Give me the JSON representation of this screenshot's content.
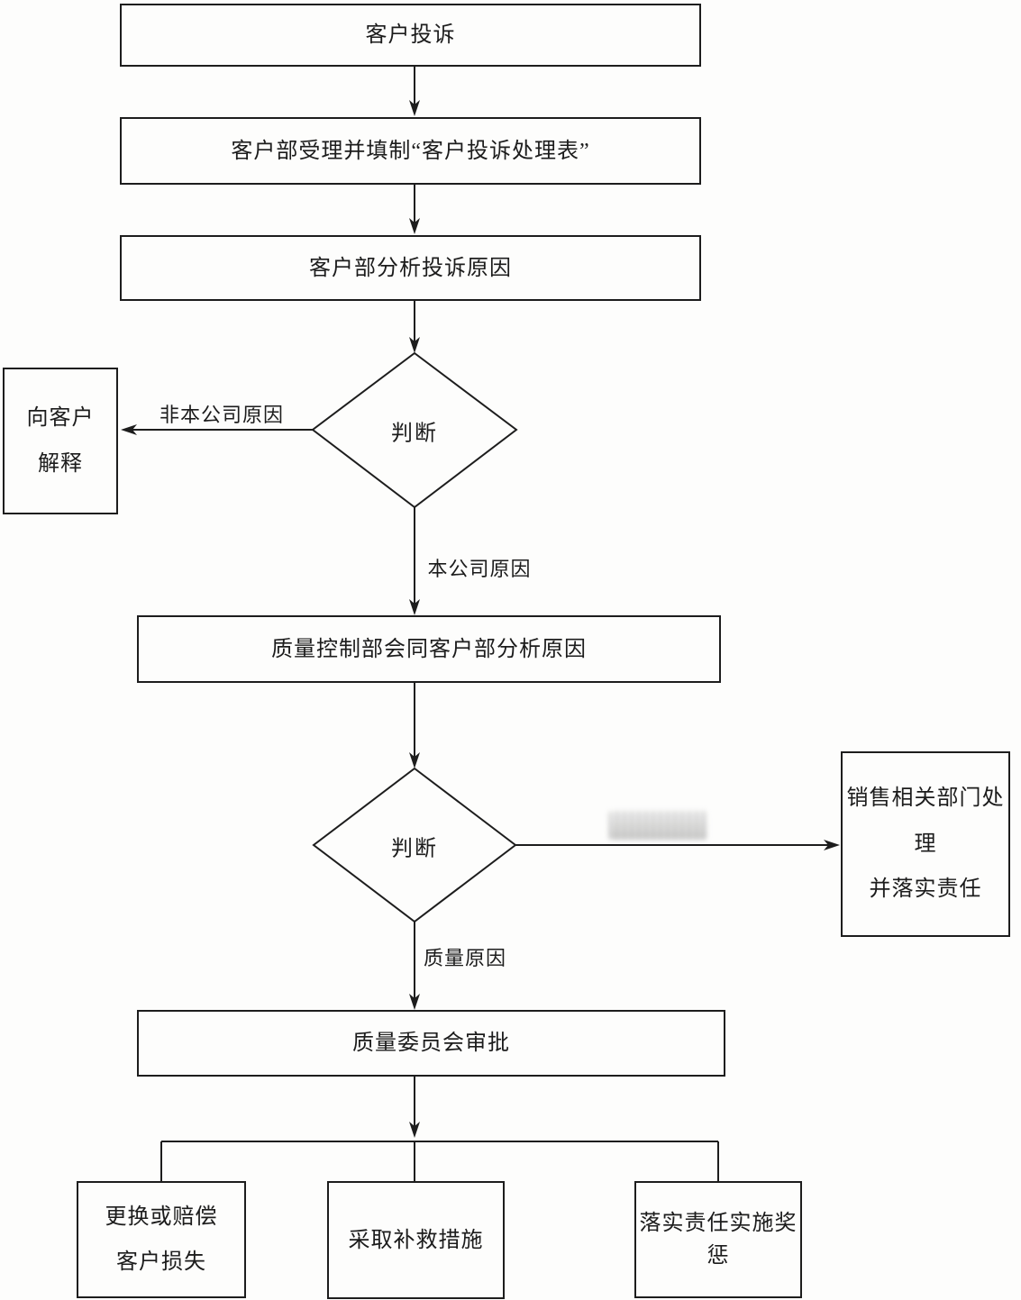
{
  "diagram": {
    "nodes": {
      "complaint": {
        "label": "客户投诉"
      },
      "accept": {
        "label": "客户部受理并填制“客户投诉处理表”"
      },
      "analyze": {
        "label": "客户部分析投诉原因"
      },
      "judge1": {
        "label": "判断"
      },
      "explain": {
        "line1": "向客户",
        "line2": "解释"
      },
      "joint": {
        "label": "质量控制部会同客户部分析原因"
      },
      "judge2": {
        "label": "判断"
      },
      "sales": {
        "line1": "销售相关部门处理",
        "line2": "并落实责任"
      },
      "approval": {
        "label": "质量委员会审批"
      },
      "compensate": {
        "line1": "更换或赔偿",
        "line2": "客户损失"
      },
      "remedy": {
        "label": "采取补救措施"
      },
      "reward": {
        "label": "落实责任实施奖惩"
      }
    },
    "edge_labels": {
      "not_company": "非本公司原因",
      "company": "本公司原因",
      "quality": "质量原因"
    },
    "colors": {
      "line": "#1d1d1d",
      "background": "#fdfdfc",
      "text": "#1c1c1c"
    }
  }
}
